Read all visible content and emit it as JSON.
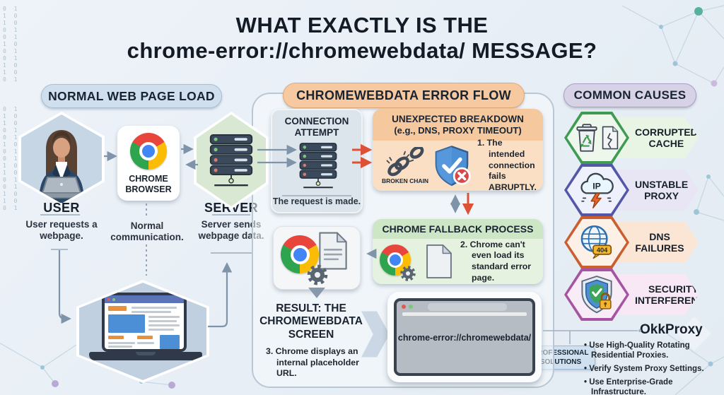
{
  "title": {
    "line1": "WHAT EXACTLY IS THE",
    "line2": "chrome-error://chromewebdata/ MESSAGE?"
  },
  "left": {
    "header": "NORMAL WEB PAGE LOAD",
    "user": {
      "label": "USER",
      "caption": "User requests a webpage."
    },
    "browser": {
      "label": "CHROME BROWSER",
      "caption": "Normal communication."
    },
    "server": {
      "label": "SERVER",
      "caption": "Server sends webpage data."
    }
  },
  "middle": {
    "header": "CHROMEWEBDATA ERROR FLOW",
    "connection_attempt": {
      "title": "CONNECTION ATTEMPT",
      "caption": "The request is made."
    },
    "breakdown": {
      "title_line1": "UNEXPECTED BREAKDOWN",
      "title_line2": "(e.g., DNS, PROXY TIMEOUT)",
      "chain_label": "BROKEN CHAIN",
      "step": "1. The intended connection fails ABRUPTLY."
    },
    "fallback": {
      "title": "CHROME FALLBACK PROCESS",
      "step": "2. Chrome can't even load its standard error page."
    },
    "result": {
      "title": "RESULT: THE CHROMEWEBDATA SCREEN",
      "step": "3. Chrome displays an internal placeholder URL."
    },
    "browser_mockup": {
      "url": "chrome-error://chromewebdata/"
    }
  },
  "right": {
    "header": "COMMON CAUSES",
    "causes": [
      {
        "label": "CORRUPTED CACHE"
      },
      {
        "label": "UNSTABLE PROXY",
        "icon_text": "IP"
      },
      {
        "label": "DNS FAILURES",
        "icon_text": "404"
      },
      {
        "label": "SECURITY INTERFERENCE"
      }
    ],
    "brand": "OkkProxy",
    "badge": "PROFESSIONAL SOLUTIONS",
    "solutions": [
      "Use High-Quality Rotating Residential Proxies.",
      "Verify System Proxy Settings.",
      "Use Enterprise-Grade Infrastructure."
    ]
  },
  "colors": {
    "accent_red": "#dd5136",
    "arrow_gray": "#7f94a9",
    "chrome_red": "#e8453c",
    "chrome_yellow": "#fbbc05",
    "chrome_green": "#2ea44f",
    "chrome_blue": "#4285f4",
    "cause_borders": [
      "#3e9b51",
      "#5457a8",
      "#c95f31",
      "#a653a2"
    ]
  },
  "icons": {
    "user": "user-woman-laptop-icon",
    "browser": "chrome-logo-icon",
    "server": "server-stack-icon",
    "webpage": "laptop-webpage-icon",
    "breakdown": [
      "broken-chain-icon",
      "shield-error-icon"
    ],
    "fallback": [
      "chrome-logo-icon",
      "gear-icon",
      "blank-page-icon"
    ],
    "result": [
      "chrome-logo-icon",
      "document-icon",
      "gear-icon"
    ],
    "causes": [
      "trash-recycle-icon",
      "ip-cloud-lightning-icon",
      "globe-404-icon",
      "shield-lock-icon"
    ]
  },
  "decor": {
    "binary": "0 1 1 0 1 0 0 1 0 1 1 0 0 1 0 1 1 0 1 0 0 1 0 1 1 0 1 0 0 1"
  }
}
